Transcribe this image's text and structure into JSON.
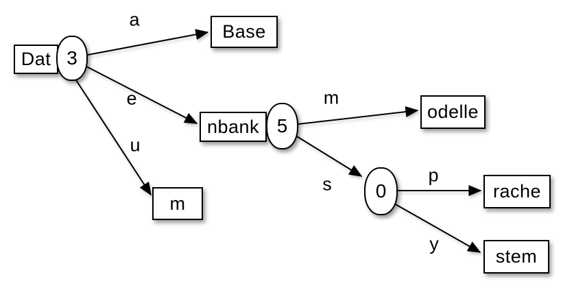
{
  "diagram": {
    "type": "trie-tree",
    "colors": {
      "stroke": "#000000",
      "node_fill": "#ffffff",
      "background": "#ffffff"
    },
    "nodes": [
      {
        "id": "dat",
        "shape": "rect",
        "label": "Dat"
      },
      {
        "id": "count3",
        "shape": "ellipse",
        "label": "3"
      },
      {
        "id": "base",
        "shape": "rect",
        "label": "Base"
      },
      {
        "id": "nbank",
        "shape": "rect",
        "label": "nbank"
      },
      {
        "id": "count5",
        "shape": "ellipse",
        "label": "5"
      },
      {
        "id": "m",
        "shape": "rect",
        "label": "m"
      },
      {
        "id": "odelle",
        "shape": "rect",
        "label": "odelle"
      },
      {
        "id": "count0",
        "shape": "ellipse",
        "label": "0"
      },
      {
        "id": "rache",
        "shape": "rect",
        "label": "rache"
      },
      {
        "id": "stem",
        "shape": "rect",
        "label": "stem"
      }
    ],
    "edges": [
      {
        "from": "count3",
        "to": "base",
        "label": "a"
      },
      {
        "from": "count3",
        "to": "nbank",
        "label": "e"
      },
      {
        "from": "count3",
        "to": "m",
        "label": "u"
      },
      {
        "from": "count5",
        "to": "odelle",
        "label": "m"
      },
      {
        "from": "count5",
        "to": "count0",
        "label": "s"
      },
      {
        "from": "count0",
        "to": "rache",
        "label": "p"
      },
      {
        "from": "count0",
        "to": "stem",
        "label": "y"
      }
    ]
  }
}
